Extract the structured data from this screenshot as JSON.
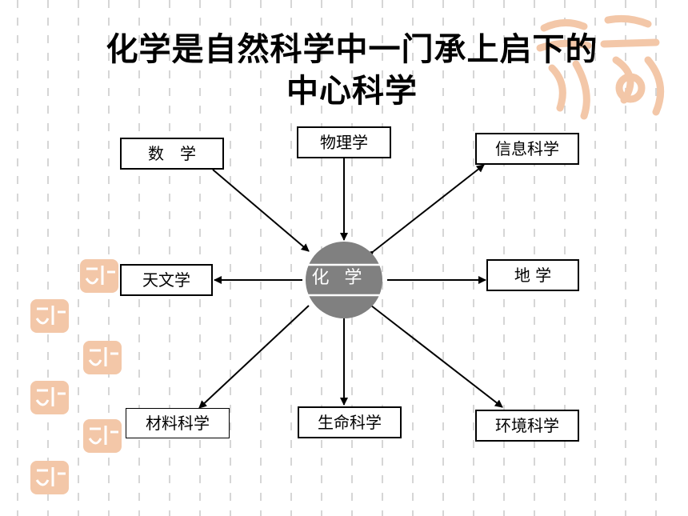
{
  "title": {
    "line1": "化学是自然科学中一门承上启下的",
    "line2": "中心科学"
  },
  "center": {
    "label": "化 学",
    "color": "#808080"
  },
  "nodes": {
    "math": "数　学",
    "physics": "物理学",
    "info": "信息科学",
    "astronomy": "天文学",
    "geo": "地 学",
    "materials": "材料科学",
    "life": "生命科学",
    "environment": "环境科学"
  },
  "colors": {
    "seal": "#f3c7a8",
    "guide": "#c8c8c8",
    "arrow": "#000000"
  }
}
